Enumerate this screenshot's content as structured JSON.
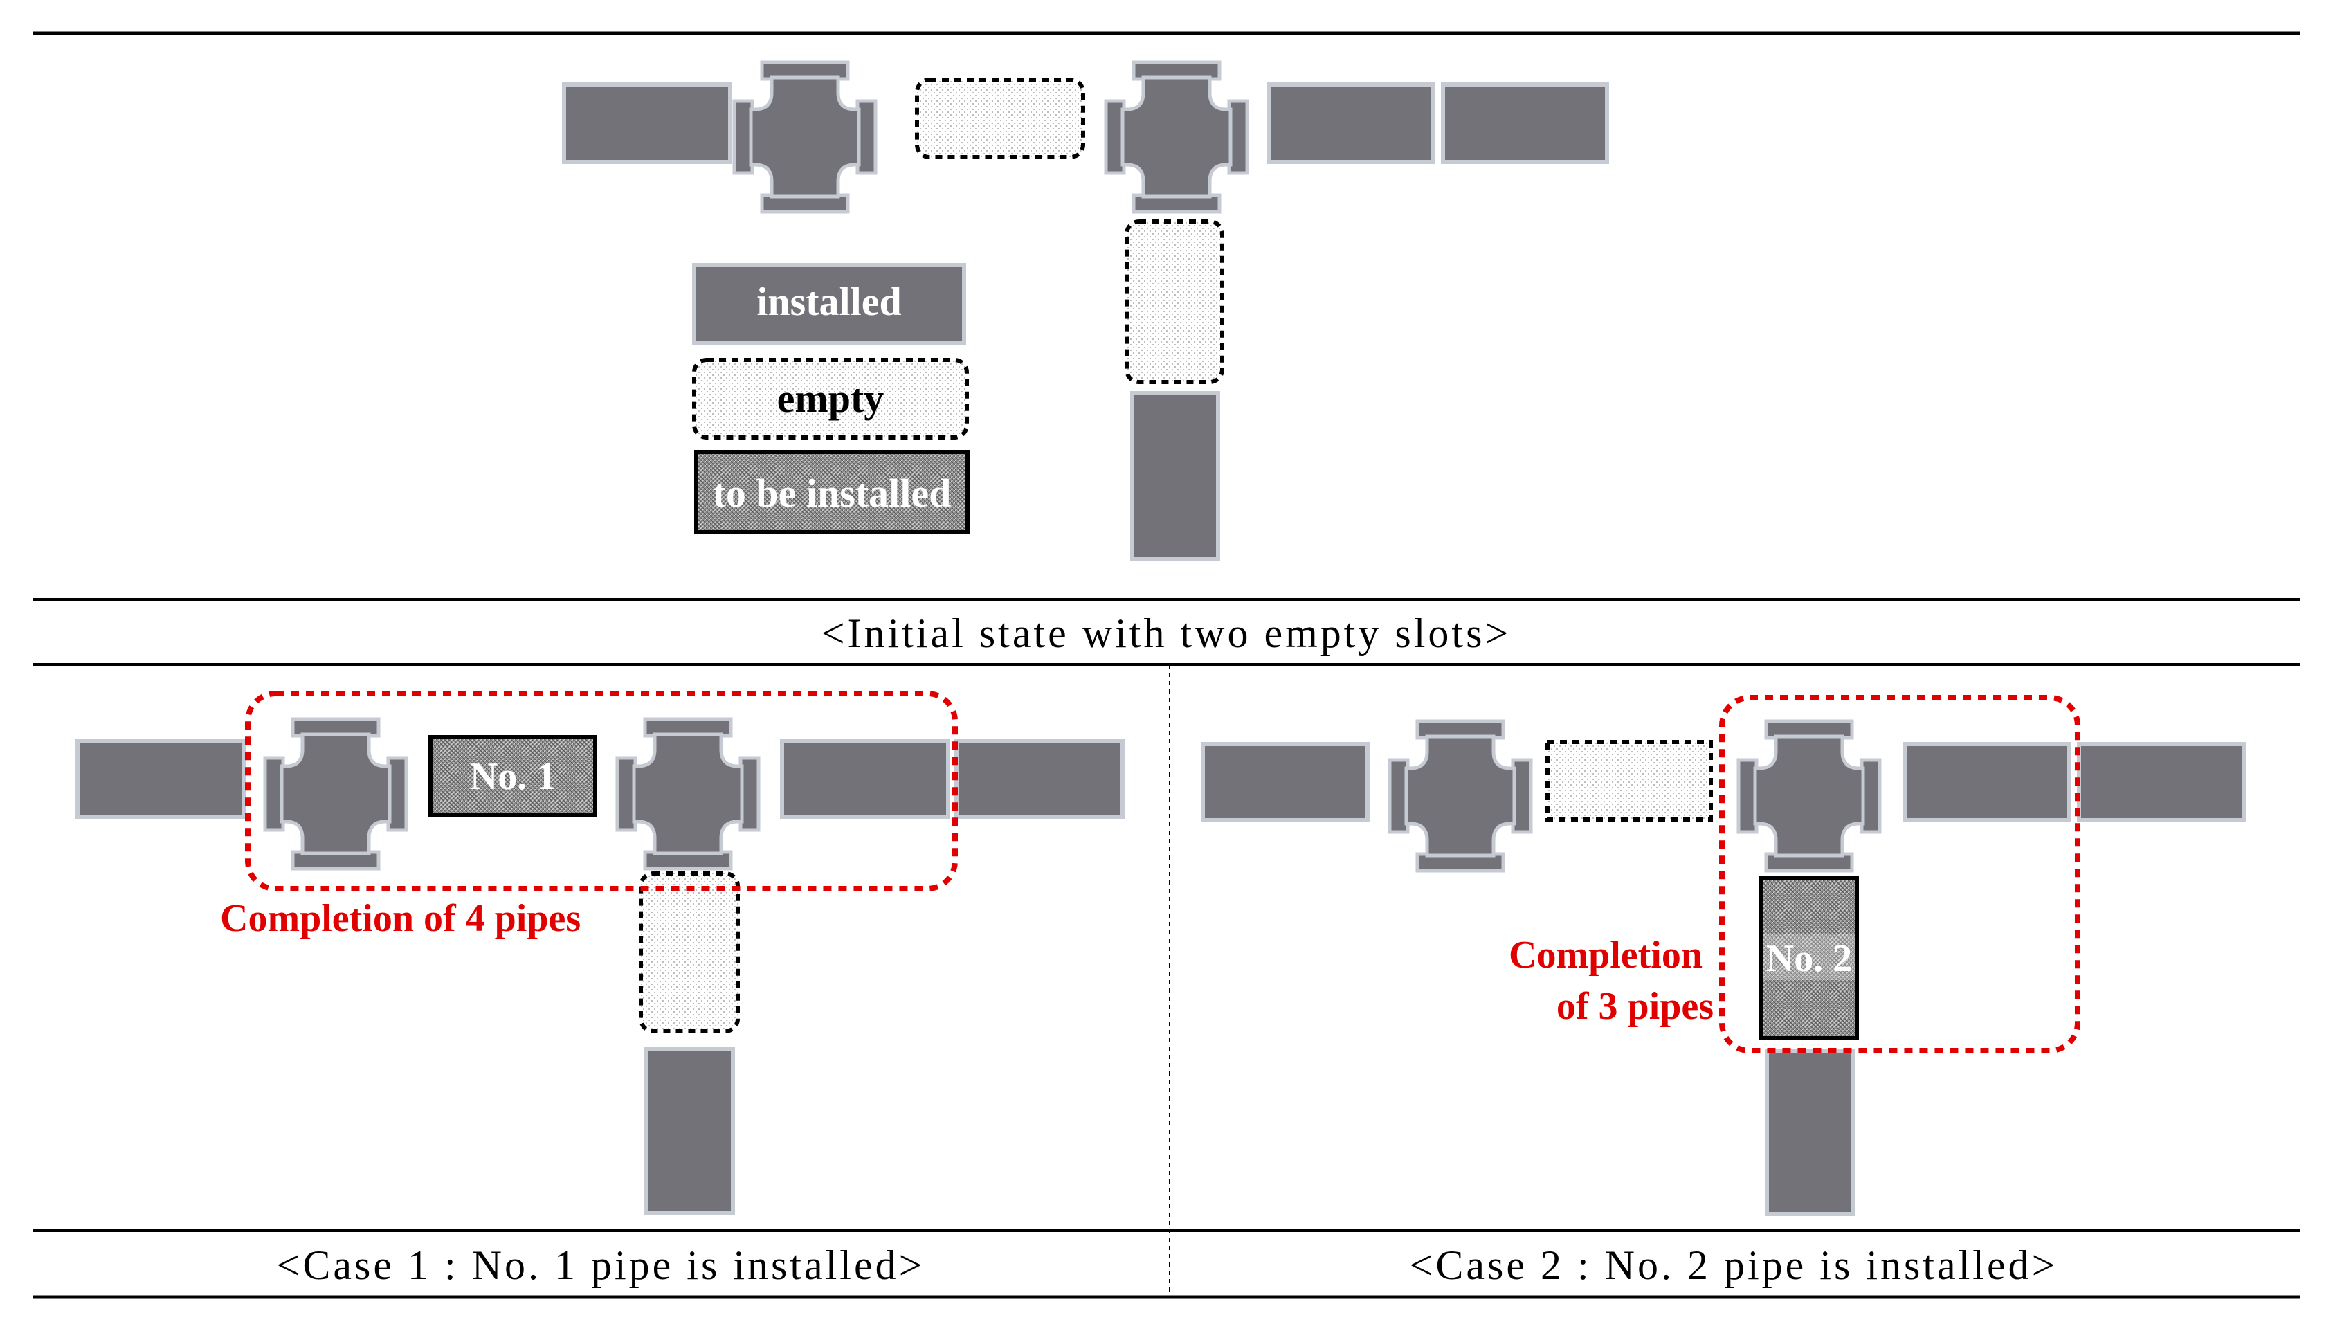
{
  "legend": {
    "installed": "installed",
    "empty": "empty",
    "to_be_installed": "to be installed"
  },
  "captions": {
    "initial": "<Initial state with two empty slots>",
    "case1": "<Case 1 : No. 1 pipe is installed>",
    "case2": "<Case 2 : No. 2 pipe is installed>"
  },
  "labels": {
    "no1": "No. 1",
    "no2": "No. 2",
    "completion4": "Completion of 4 pipes",
    "completion3_line1": "Completion",
    "completion3_line2": "of 3 pipes"
  },
  "colors": {
    "pipe": "#737278",
    "pipe_edge": "#c6cad3",
    "highlight": "#e00000"
  }
}
